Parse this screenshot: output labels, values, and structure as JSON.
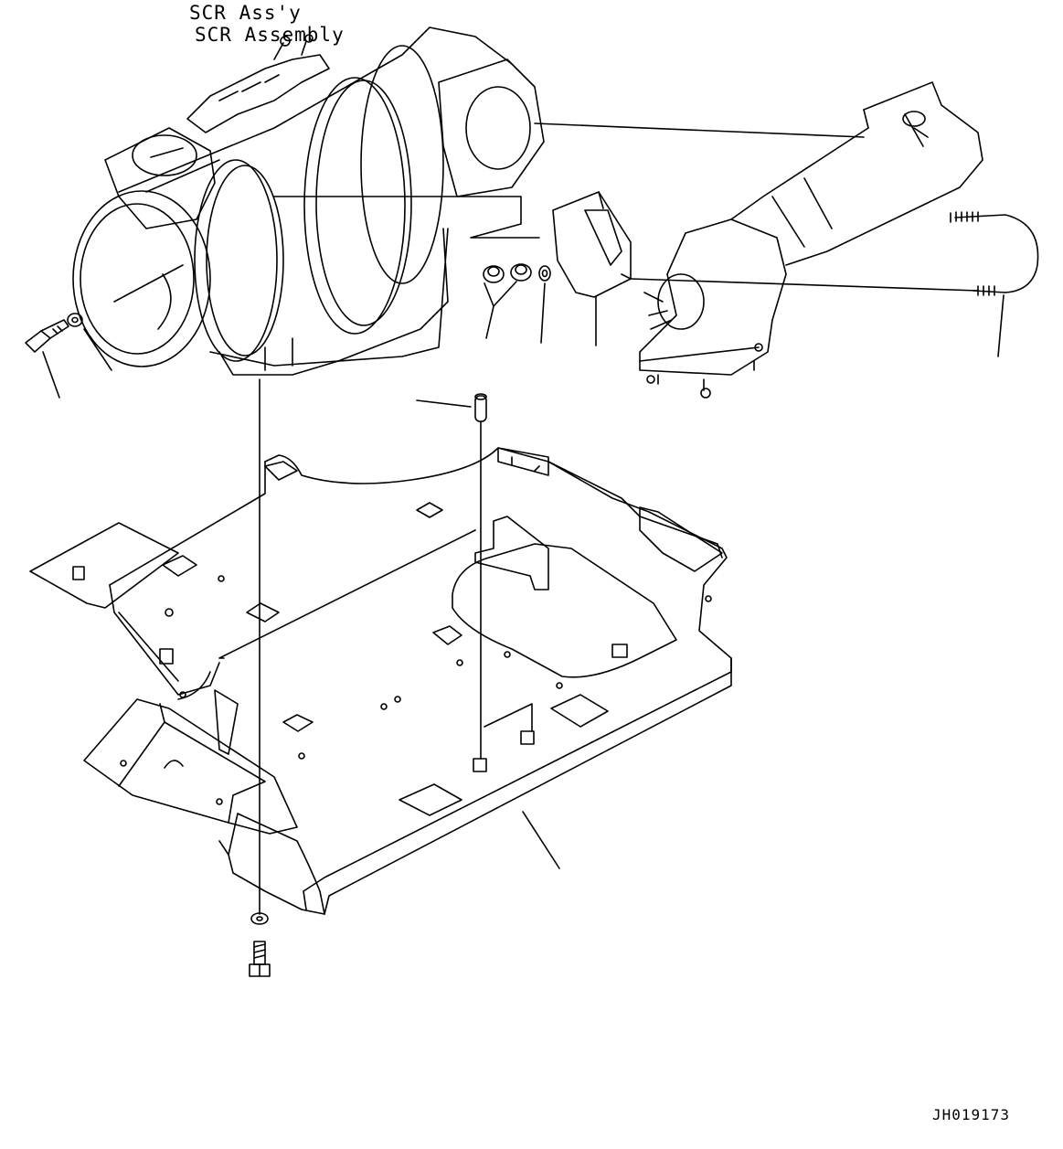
{
  "diagram": {
    "assembly_label_jp": "SCR Ass'y",
    "assembly_label_en": "SCR Assembly",
    "drawing_number": "JH019173"
  },
  "style": {
    "line_color": "#000000",
    "background": "#ffffff"
  }
}
